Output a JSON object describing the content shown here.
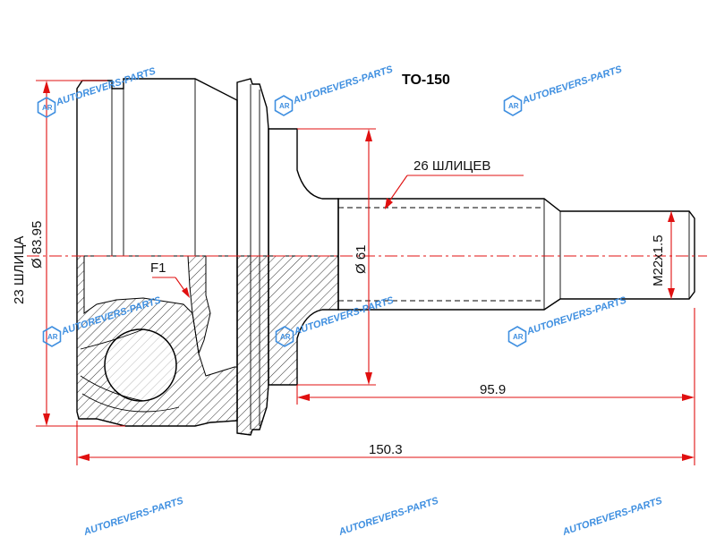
{
  "title": "TO-150",
  "dimensions": {
    "left_spline": "23 ШЛИЦА",
    "left_diameter": "Ø 83.95",
    "shaft_spline": "26 ШЛИЦЕВ",
    "shaft_diameter": "Ø 61",
    "thread": "M22x1.5",
    "f_label": "F1",
    "shaft_length": "95.9",
    "total_length": "150.3"
  },
  "watermark": {
    "text": "AUTOREVERS-PARTS",
    "logo": "AR",
    "color": "#3f8fe0"
  },
  "colors": {
    "dimension_lines": "#e01010",
    "part_lines": "#000000"
  }
}
